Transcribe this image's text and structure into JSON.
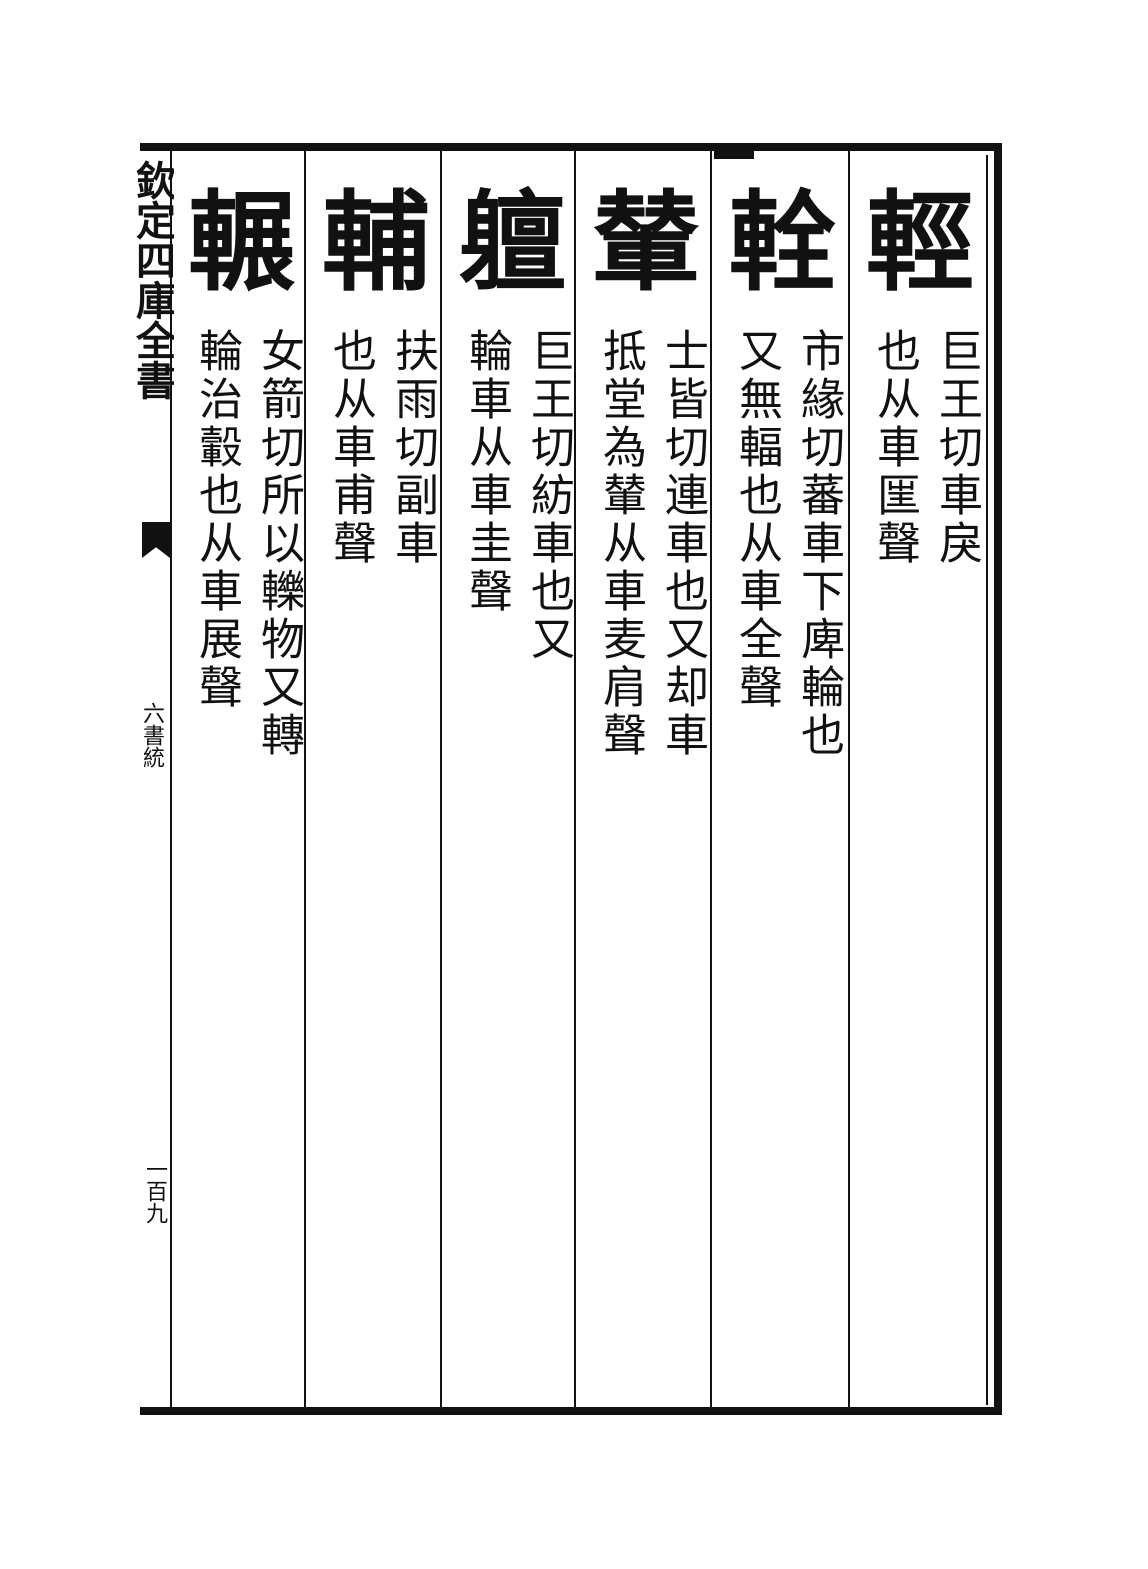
{
  "margin": {
    "title": "欽定四庫全書",
    "subtitle": "六書統",
    "page_number": "一百九"
  },
  "entries": [
    {
      "seal": "輕",
      "notes": [
        "巨王切車戾",
        "也从車匩聲"
      ]
    },
    {
      "seal": "輇",
      "notes": [
        "市緣切蕃車下庳輪也",
        "又無輻也从車全聲"
      ]
    },
    {
      "seal": "輦",
      "notes": [
        "士皆切連車也又却車",
        "抵堂為輦从車麦肩聲"
      ]
    },
    {
      "seal": "䡀",
      "notes": [
        "巨王切紡車也又",
        "輪車从車圭聲"
      ]
    },
    {
      "seal": "輔",
      "notes": [
        "扶雨切副車",
        "也从車甫聲"
      ]
    },
    {
      "seal": "輾",
      "notes": [
        "女箭切所以轢物又轉",
        "輪治轂也从車展聲"
      ]
    }
  ]
}
